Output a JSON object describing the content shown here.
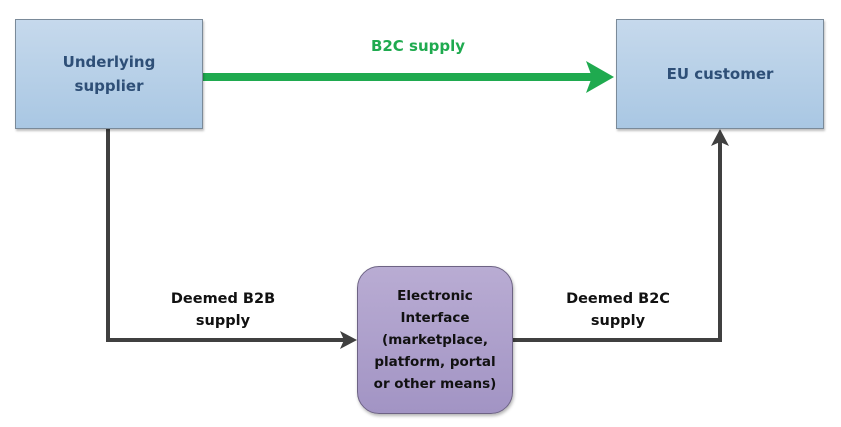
{
  "nodes": {
    "supplier": {
      "lines": [
        "Underlying",
        "supplier"
      ]
    },
    "customer": {
      "lines": [
        "EU customer"
      ]
    },
    "interface": {
      "lines": [
        "Electronic",
        "Interface",
        "(marketplace,",
        "platform, portal",
        "or other means)"
      ]
    }
  },
  "edges": {
    "b2c_direct": {
      "label": "B2C supply",
      "from": "supplier",
      "to": "customer"
    },
    "deemed_b2b": {
      "lines": [
        "Deemed B2B",
        "supply"
      ],
      "from": "supplier",
      "to": "interface"
    },
    "deemed_b2c": {
      "lines": [
        "Deemed B2C",
        "supply"
      ],
      "from": "interface",
      "to": "customer"
    }
  },
  "colors": {
    "b2c_arrow": "#1faa4f",
    "connector": "#404040",
    "blue_box_text": "#2e4f77",
    "interface_fill": "#ac9fcb"
  }
}
